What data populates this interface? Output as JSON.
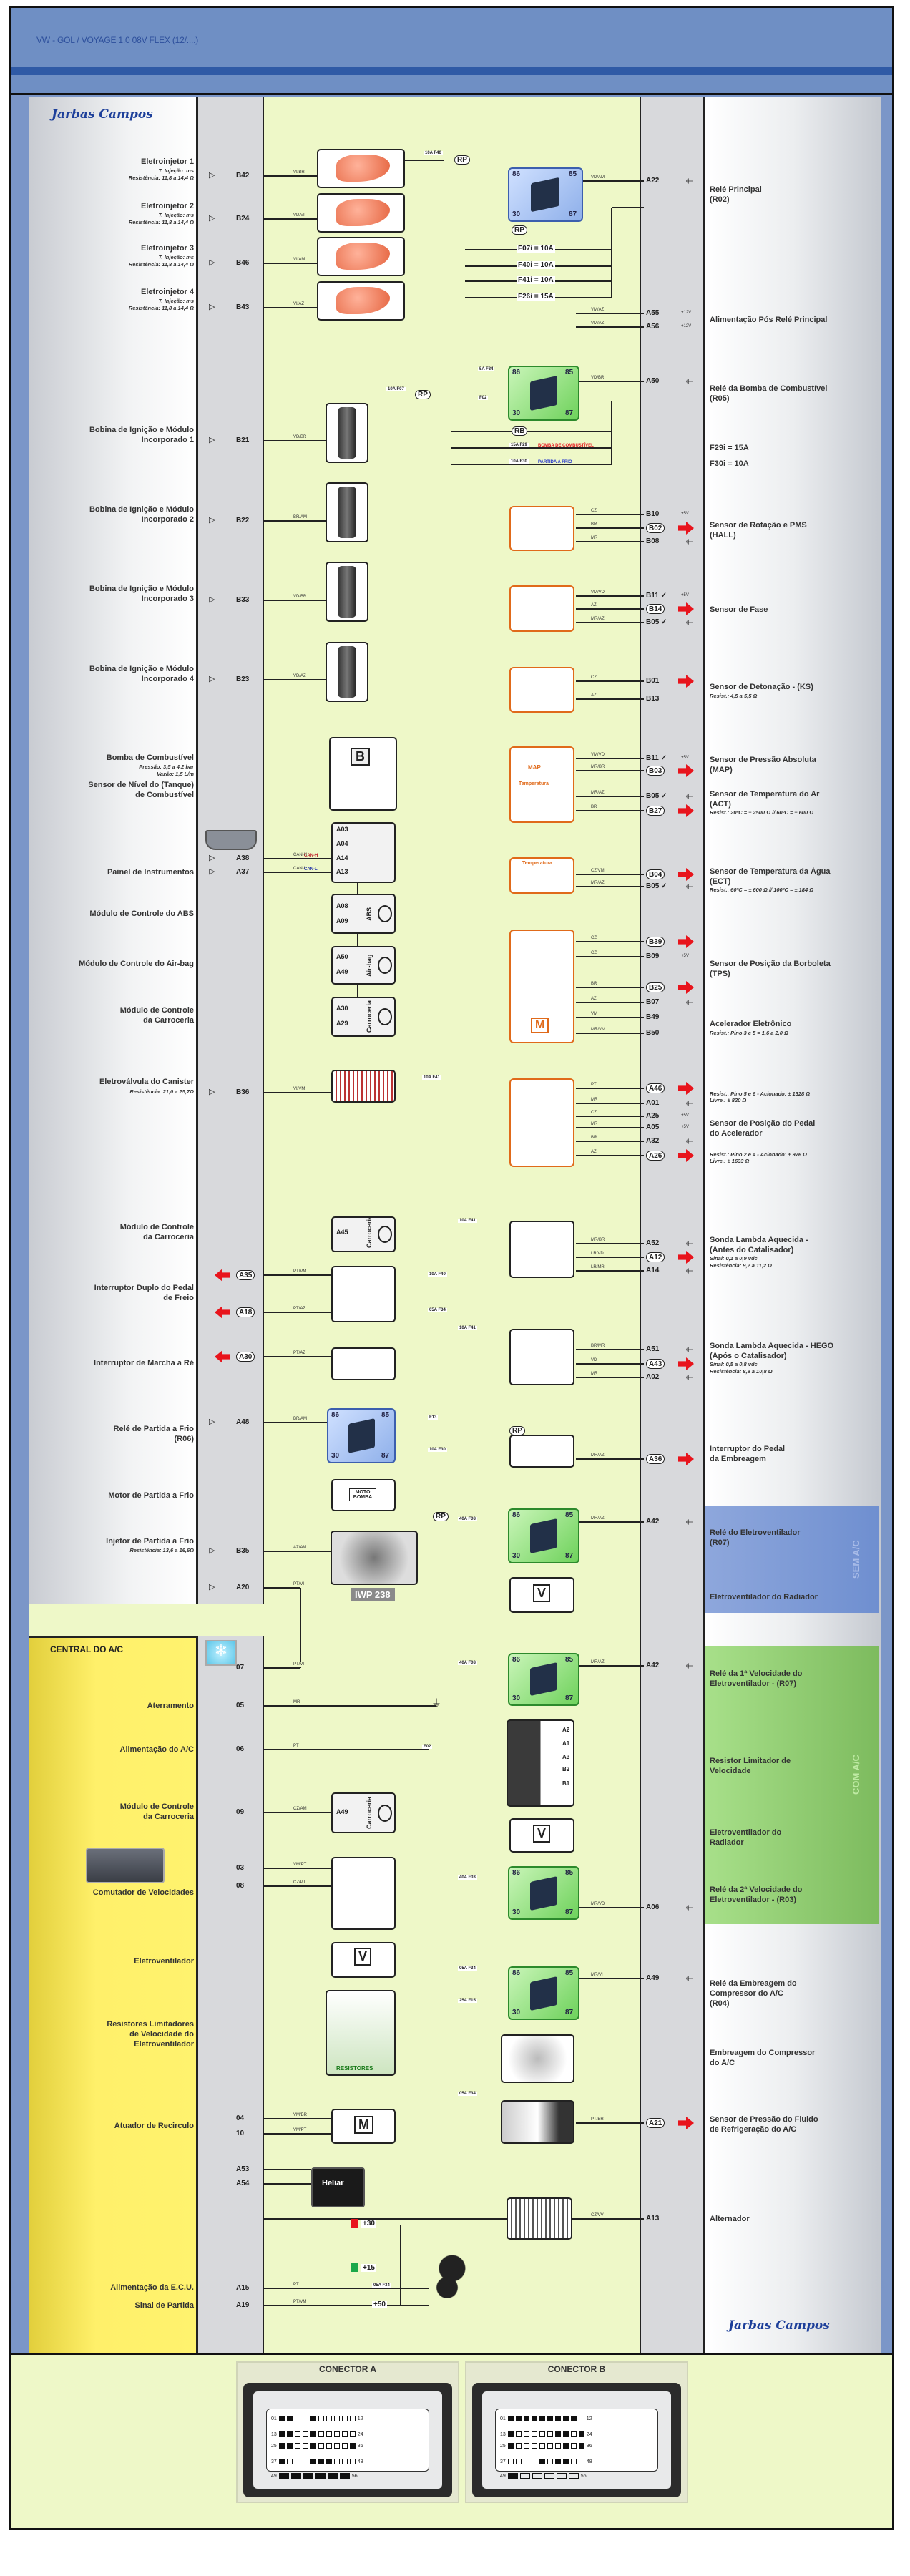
{
  "header": {
    "title": "VW - GOL / VOYAGE 1.0 08V FLEX (12/....)"
  },
  "logo": "Jarbas Campos",
  "left": {
    "inj1": {
      "title": "Eletroinjetor 1",
      "t": "T. Injeção: ms",
      "r": "Resistência: 11,8 a 14,4 Ω"
    },
    "inj2": {
      "title": "Eletroinjetor 2",
      "t": "T. Injeção: ms",
      "r": "Resistência: 11,8 a 14,4 Ω"
    },
    "inj3": {
      "title": "Eletroinjetor 3",
      "t": "T. Injeção: ms",
      "r": "Resistência: 11,8 a 14,4 Ω"
    },
    "inj4": {
      "title": "Eletroinjetor 4",
      "t": "T. Injeção: ms",
      "r": "Resistência: 11,8 a 14,4 Ω"
    },
    "coil1": "Bobina de Ignição e Módulo\nIncorporado 1",
    "coil2": "Bobina de Ignição e Módulo\nIncorporado 2",
    "coil3": "Bobina de Ignição e Módulo\nIncorporado 3",
    "coil4": "Bobina de Ignição e Módulo\nIncorporado 4",
    "pump": {
      "title": "Bomba de Combustível",
      "p": "Pressão: 3,5 a 4,2 bar",
      "v": "Vazão: 1,5 L/m"
    },
    "level": "Sensor de Nível do (Tanque)\nde Combustível",
    "panel": "Painel de Instrumentos",
    "abs": "Módulo de Controle do ABS",
    "airbag": "Módulo de Controle do Air-bag",
    "body1": "Módulo de Controle\nda Carroceria",
    "canister": {
      "title": "Eletroválvula do Canister",
      "r": "Resistência: 21,0 a 25,7Ω"
    },
    "body2": "Módulo de Controle\nda Carroceria",
    "brake": "Interruptor Duplo do Pedal\nde Freio",
    "reverse": "Interruptor de Marcha a Ré",
    "cold_relay": "Relé de Partida a Frio\n(R06)",
    "cold_motor": "Motor de Partida a Frio",
    "cold_inj": {
      "title": "Injetor de Partida a Frio",
      "r": "Resistência: 13,6 a 16,6Ω"
    }
  },
  "ac": {
    "title": "CENTRAL DO A/C",
    "ground": "Aterramento",
    "power": "Alimentação do A/C",
    "body": "Módulo de Controle\nda Carroceria",
    "switch": "Comutador de Velocidades",
    "fan": "Eletroventilador",
    "resistors": "Resistores Limitadores\nde Velocidade do\nEletroventilador",
    "recirc": "Atuador de Recirculo",
    "ecu_power": "Alimentação da E.C.U.",
    "start_signal": "Sinal de Partida"
  },
  "right": {
    "r02": "Relé Principal\n(R02)",
    "post": "Alimentação Pós Relé Principal",
    "r05": "Relé da Bomba de Combustível\n(R05)",
    "f29": "F29i = 15A",
    "f30": "F30i = 10A",
    "hall": "Sensor de Rotação e PMS\n(HALL)",
    "phase": "Sensor de Fase",
    "ks": "Sensor de Detonação - (KS)",
    "ks_r": "Resist.: 4,5 a 5,5 Ω",
    "map": "Sensor de Pressão Absoluta\n(MAP)",
    "act": "Sensor de Temperatura do Ar\n(ACT)",
    "act_r": "Resist.: 20ºC = ± 2500 Ω // 60ºC = ± 600 Ω",
    "ect": "Sensor de Temperatura da Água\n(ECT)",
    "ect_r": "Resist.: 60ºC = ± 600 Ω // 100ºC = ± 184 Ω",
    "tps": "Sensor de Posição da Borboleta\n(TPS)",
    "accel": "Acelerador Eletrônico",
    "accel_r": "Resist.: Pino 3 e 5 = 1,6 a 2,0 Ω",
    "pedal_r1": "Resist.: Pino 5 e 6 - Acionado: ± 1328 Ω\nLivre.: ± 820 Ω",
    "pedal": "Sensor de Posição do Pedal\ndo Acelerador",
    "pedal_r2": "Resist.: Pino 2 e 4 - Acionado: ± 976 Ω\nLivre.: ± 1633 Ω",
    "lambda1": "Sonda Lambda Aquecida -\n(Antes do Catalisador)",
    "lambda1_s": "Sinal: 0,1 a 0,9 vdc",
    "lambda1_r": "Resistência: 9,2 a 11,2 Ω",
    "lambda2": "Sonda Lambda Aquecida - HEGO\n(Após o Catalisador)",
    "lambda2_s": "Sinal: 0,5 a 0,8 vdc",
    "lambda2_r": "Resistência: 8,8 a 10,8 Ω",
    "clutch": "Interruptor do Pedal\nda Embreagem",
    "r07": "Relé do Eletroventilador\n(R07)",
    "fan": "Eletroventilador do Radiador",
    "sem_ac": "SEM A/C",
    "r07_1": "Relé da 1ª Velocidade do\nEletroventilador - (R07)",
    "resistor": "Resistor Limitador de\nVelocidade",
    "com_ac": "COM A/C",
    "fan2": "Eletroventilador do\nRadiador",
    "r03": "Relé da 2ª Velocidade do\nEletroventilador - (R03)",
    "r04": "Relé da Embreagem do\nCompressor do A/C\n(R04)",
    "compressor": "Embreagem do Compressor\ndo A/C",
    "pressure": "Sensor de Pressão do Fluido\nde Refrigeração do A/C",
    "alternator": "Alternador"
  },
  "left_pins": [
    {
      "id": "B42",
      "w": "VI/BR"
    },
    {
      "id": "B24",
      "w": "VD/VI"
    },
    {
      "id": "B46",
      "w": "VI/AM"
    },
    {
      "id": "B43",
      "w": "VI/AZ"
    },
    {
      "id": "B21",
      "w": "VD/BR"
    },
    {
      "id": "B22",
      "w": "BR/AM"
    },
    {
      "id": "B33",
      "w": "VD/BR"
    },
    {
      "id": "B23",
      "w": "VD/AZ"
    },
    {
      "id": "A38",
      "w": "CAN-H"
    },
    {
      "id": "A37",
      "w": "CAN-L"
    },
    {
      "id": "B36",
      "w": "VI/VM"
    },
    {
      "id": "A35",
      "w": "PT/VM",
      "signal": true
    },
    {
      "id": "A18",
      "w": "PT/AZ",
      "signal": true
    },
    {
      "id": "A30",
      "w": "PT/AZ",
      "signal": true
    },
    {
      "id": "A48",
      "w": "BR/AM"
    },
    {
      "id": "B35",
      "w": "AZ/AM"
    },
    {
      "id": "A20",
      "w": "PT/VI"
    },
    {
      "id": "07",
      "w": "PT/VI"
    },
    {
      "id": "05",
      "w": "MR"
    },
    {
      "id": "06",
      "w": "PT"
    },
    {
      "id": "09",
      "w": "CZ/AM"
    },
    {
      "id": "03",
      "w": "VM/PT"
    },
    {
      "id": "08",
      "w": "CZ/PT"
    },
    {
      "id": "04",
      "w": "VM/BR"
    },
    {
      "id": "10",
      "w": "VM/PT"
    },
    {
      "id": "A53",
      "w": ""
    },
    {
      "id": "A54",
      "w": ""
    },
    {
      "id": "A15",
      "w": "PT"
    },
    {
      "id": "A19",
      "w": "PT/VM"
    }
  ],
  "right_pins": [
    {
      "id": "A22",
      "w": "VD/AM",
      "end": "ground"
    },
    {
      "id": "A55",
      "w": "VM/AZ",
      "end": "12v"
    },
    {
      "id": "A56",
      "w": "VM/AZ",
      "end": "12v"
    },
    {
      "id": "A50",
      "w": "VD/BR",
      "end": "ground"
    },
    {
      "id": "B10",
      "w": "CZ",
      "end": "5v"
    },
    {
      "id": "B02",
      "w": "BR",
      "signal": true
    },
    {
      "id": "B08",
      "w": "MR",
      "end": "ground"
    },
    {
      "id": "B11 ✓",
      "w": "VM/VD",
      "end": "5v"
    },
    {
      "id": "B14",
      "w": "AZ",
      "signal": true
    },
    {
      "id": "B05 ✓",
      "w": "MR/AZ",
      "end": "ground"
    },
    {
      "id": "B01",
      "w": "CZ",
      "signal_arrow": true
    },
    {
      "id": "B13",
      "w": "AZ"
    },
    {
      "id": "B11 ✓",
      "w": "VM/VD",
      "end": "5v"
    },
    {
      "id": "B03",
      "w": "MR/BR",
      "signal": true
    },
    {
      "id": "B05 ✓",
      "w": "MR/AZ",
      "end": "ground"
    },
    {
      "id": "B27",
      "w": "BR",
      "signal": true
    },
    {
      "id": "B04",
      "w": "CZ/VM",
      "signal": true
    },
    {
      "id": "B05 ✓",
      "w": "MR/AZ",
      "end": "ground"
    },
    {
      "id": "B39",
      "w": "CZ",
      "signal": true
    },
    {
      "id": "B09",
      "w": "CZ",
      "end": "5v"
    },
    {
      "id": "B25",
      "w": "BR",
      "signal": true
    },
    {
      "id": "B07",
      "w": "AZ",
      "end": "ground"
    },
    {
      "id": "B49",
      "w": "VM"
    },
    {
      "id": "B50",
      "w": "MR/VM"
    },
    {
      "id": "A46",
      "w": "PT",
      "signal": true
    },
    {
      "id": "A01",
      "w": "MR",
      "end": "ground"
    },
    {
      "id": "A25",
      "w": "CZ",
      "end": "5v"
    },
    {
      "id": "A05",
      "w": "MR",
      "end": "5v"
    },
    {
      "id": "A32",
      "w": "BR",
      "end": "ground"
    },
    {
      "id": "A26",
      "w": "AZ",
      "signal": true
    },
    {
      "id": "A52",
      "w": "MR/BR",
      "end": "ground"
    },
    {
      "id": "A12",
      "w": "LR/VD",
      "signal": true
    },
    {
      "id": "A14",
      "w": "LR/MR",
      "end": "ground"
    },
    {
      "id": "A51",
      "w": "BR/MR",
      "end": "ground"
    },
    {
      "id": "A43",
      "w": "VD",
      "signal": true
    },
    {
      "id": "A02",
      "w": "MR",
      "end": "ground"
    },
    {
      "id": "A36",
      "w": "MR/AZ",
      "signal": true
    },
    {
      "id": "A42",
      "w": "MR/AZ",
      "end": "ground"
    },
    {
      "id": "A42",
      "w": "MR/AZ",
      "end": "ground"
    },
    {
      "id": "A06",
      "w": "MR/VD",
      "end": "ground"
    },
    {
      "id": "A49",
      "w": "MR/VI",
      "end": "ground"
    },
    {
      "id": "A21",
      "w": "PT/BR",
      "signal": true
    },
    {
      "id": "A13",
      "w": "CZ/VV"
    }
  ],
  "symbols": {
    "plus5v": "+5V",
    "plus12v": "+12V",
    "ground": "⏚"
  },
  "relay_pins": [
    "86",
    "85",
    "30",
    "87"
  ],
  "main_fuses": [
    "F07i = 10A",
    "F40i = 10A",
    "F41i = 10A",
    "F26i = 15A"
  ],
  "rp": "RP",
  "rb": "RB",
  "fuel_fuse_note": "BOMBA DE COMBUSTÍVEL",
  "cold_fuse_note": "PARTIDA A FRIO",
  "small_fuses": {
    "f40": "10A F40",
    "f07": "10A F07",
    "f34": "5A F34",
    "f02": "F02",
    "f29": "15A F29",
    "f30": "10A F30",
    "f41": "10A F41",
    "f13": "F13",
    "f08": "40A F08",
    "f03": "40A F03",
    "f15": "25A F15",
    "f34b": "05A F34"
  },
  "modules": {
    "abs": "ABS",
    "airbag": "Air-bag",
    "body": "Carroceria",
    "dash_pins": [
      "A03",
      "A04",
      "A14",
      "A13"
    ],
    "abs_pins": [
      "A08",
      "A09"
    ],
    "airbag_pins": [
      "A50",
      "A49"
    ],
    "body_pins": [
      "A30",
      "A29"
    ],
    "body2_pin": "A45",
    "body3_pin": "A49",
    "can_h": "CAN-H",
    "can_l": "CAN-L"
  },
  "component_text": {
    "pump": "B",
    "map": "MAP",
    "temp": "Temperatura",
    "motor": "M",
    "fan": "V",
    "moto_bomba": "MOTO BOMBA",
    "iwp": "IWP 238",
    "resistores": "RESISTORES",
    "battery": "Heliar",
    "res_pins": [
      "A2",
      "A1",
      "A3",
      "B2",
      "B1"
    ]
  },
  "ignition": {
    "t30": "+30",
    "t15": "+15",
    "t50": "+50"
  },
  "connectors": [
    {
      "title": "CONECTOR A",
      "rows": [
        {
          "start": "01",
          "end": "12",
          "pins": "1100100000"
        },
        {
          "start": "13",
          "end": "24",
          "pins": "1100100000"
        },
        {
          "start": "25",
          "end": "36",
          "pins": "1100100001"
        },
        {
          "start": "37",
          "end": "48",
          "pins": "1000111000"
        },
        {
          "start": "49",
          "end": "56",
          "pins": "111111"
        }
      ]
    },
    {
      "title": "CONECTOR B",
      "rows": [
        {
          "start": "01",
          "end": "12",
          "pins": "1111111110"
        },
        {
          "start": "13",
          "end": "24",
          "pins": "1000001101"
        },
        {
          "start": "25",
          "end": "36",
          "pins": "1000000101"
        },
        {
          "start": "37",
          "end": "48",
          "pins": "0000101100"
        },
        {
          "start": "49",
          "end": "56",
          "pins": "100000"
        }
      ]
    }
  ],
  "colors": {
    "header": "#6f8fc4",
    "panel_green": "#eef8c8",
    "ac_yellow": "#fff06a",
    "signal_arrow": "#e8141c",
    "sensor_orange": "#e06a1a"
  }
}
